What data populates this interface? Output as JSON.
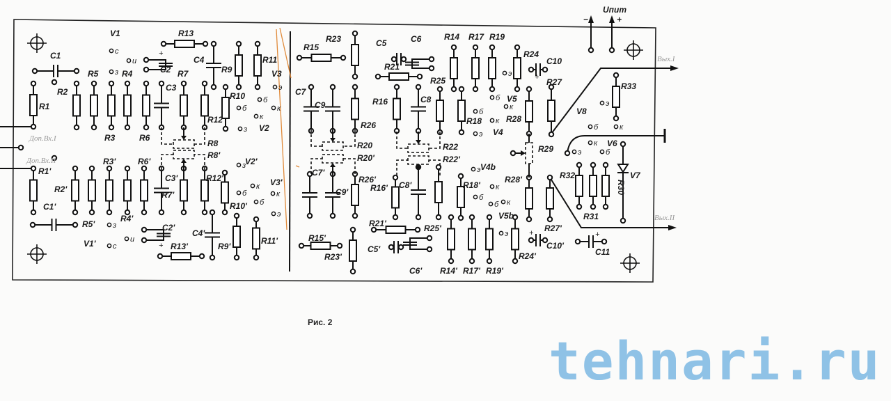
{
  "caption": "Рис. 2",
  "watermark": "tehnari.ru",
  "terminals": {
    "supply": "Uпит",
    "minus": "−",
    "plus": "+",
    "aux_in_1": "Доп.Вх.I",
    "aux_in_2": "Доп.Вх.II",
    "out_1": "Вых.I",
    "out_2": "Вых.II"
  },
  "pins": {
    "e": "э",
    "b": "б",
    "k": "к",
    "z": "з",
    "s": "с",
    "i": "и",
    "plus": "+"
  },
  "components": {
    "R1": "R1",
    "R2": "R2",
    "R3": "R3",
    "R4": "R4",
    "R5": "R5",
    "R6": "R6",
    "R7": "R7",
    "R8": "R8",
    "R9": "R9",
    "R10": "R10",
    "R11": "R11",
    "R12": "R12",
    "R13": "R13",
    "R14": "R14",
    "R15": "R15",
    "R16": "R16",
    "R17": "R17",
    "R18": "R18",
    "R19": "R19",
    "R20": "R20",
    "R21": "R21",
    "R22": "R22",
    "R23": "R23",
    "R24": "R24",
    "R25": "R25",
    "R26": "R26",
    "R27": "R27",
    "R28": "R28",
    "R29": "R29",
    "R30": "R30",
    "R31": "R31",
    "R32": "R32",
    "R33": "R33",
    "R1p": "R1'",
    "R2p": "R2'",
    "R3p": "R3'",
    "R4p": "R4'",
    "R5p": "R5'",
    "R6p": "R6'",
    "R7p": "R7'",
    "R8p": "R8'",
    "R9p": "R9'",
    "R10p": "R10'",
    "R11p": "R11'",
    "R12p": "R12'",
    "R13p": "R13'",
    "R14p": "R14'",
    "R15p": "R15'",
    "R16p": "R16'",
    "R17p": "R17'",
    "R18p": "R18'",
    "R19p": "R19'",
    "R20p": "R20'",
    "R21p": "R21'",
    "R22p": "R22'",
    "R23p": "R23'",
    "R24p": "R24'",
    "R25p": "R25'",
    "R26p": "R26'",
    "R27p": "R27'",
    "R28p": "R28'",
    "C1": "C1",
    "C2": "C2",
    "C3": "C3",
    "C4": "C4",
    "C5": "C5",
    "C6": "C6",
    "C7": "C7",
    "C8": "C8",
    "C9": "C9",
    "C10": "C10",
    "C11": "C11",
    "C1p": "C1'",
    "C2p": "C2'",
    "C3p": "C3'",
    "C4p": "C4'",
    "C5p": "C5'",
    "C6p": "C6'",
    "C7p": "C7'",
    "C8p": "C8'",
    "C9p": "C9'",
    "C10p": "C10'",
    "V1": "V1",
    "V2": "V2",
    "V3": "V3",
    "V4": "V4",
    "V5": "V5",
    "V6": "V6",
    "V7": "V7",
    "V8": "V8",
    "V1p": "V1'",
    "V2p": "V2'",
    "V3p": "V3'",
    "V4p": "V4b",
    "V5p": "V5b"
  }
}
